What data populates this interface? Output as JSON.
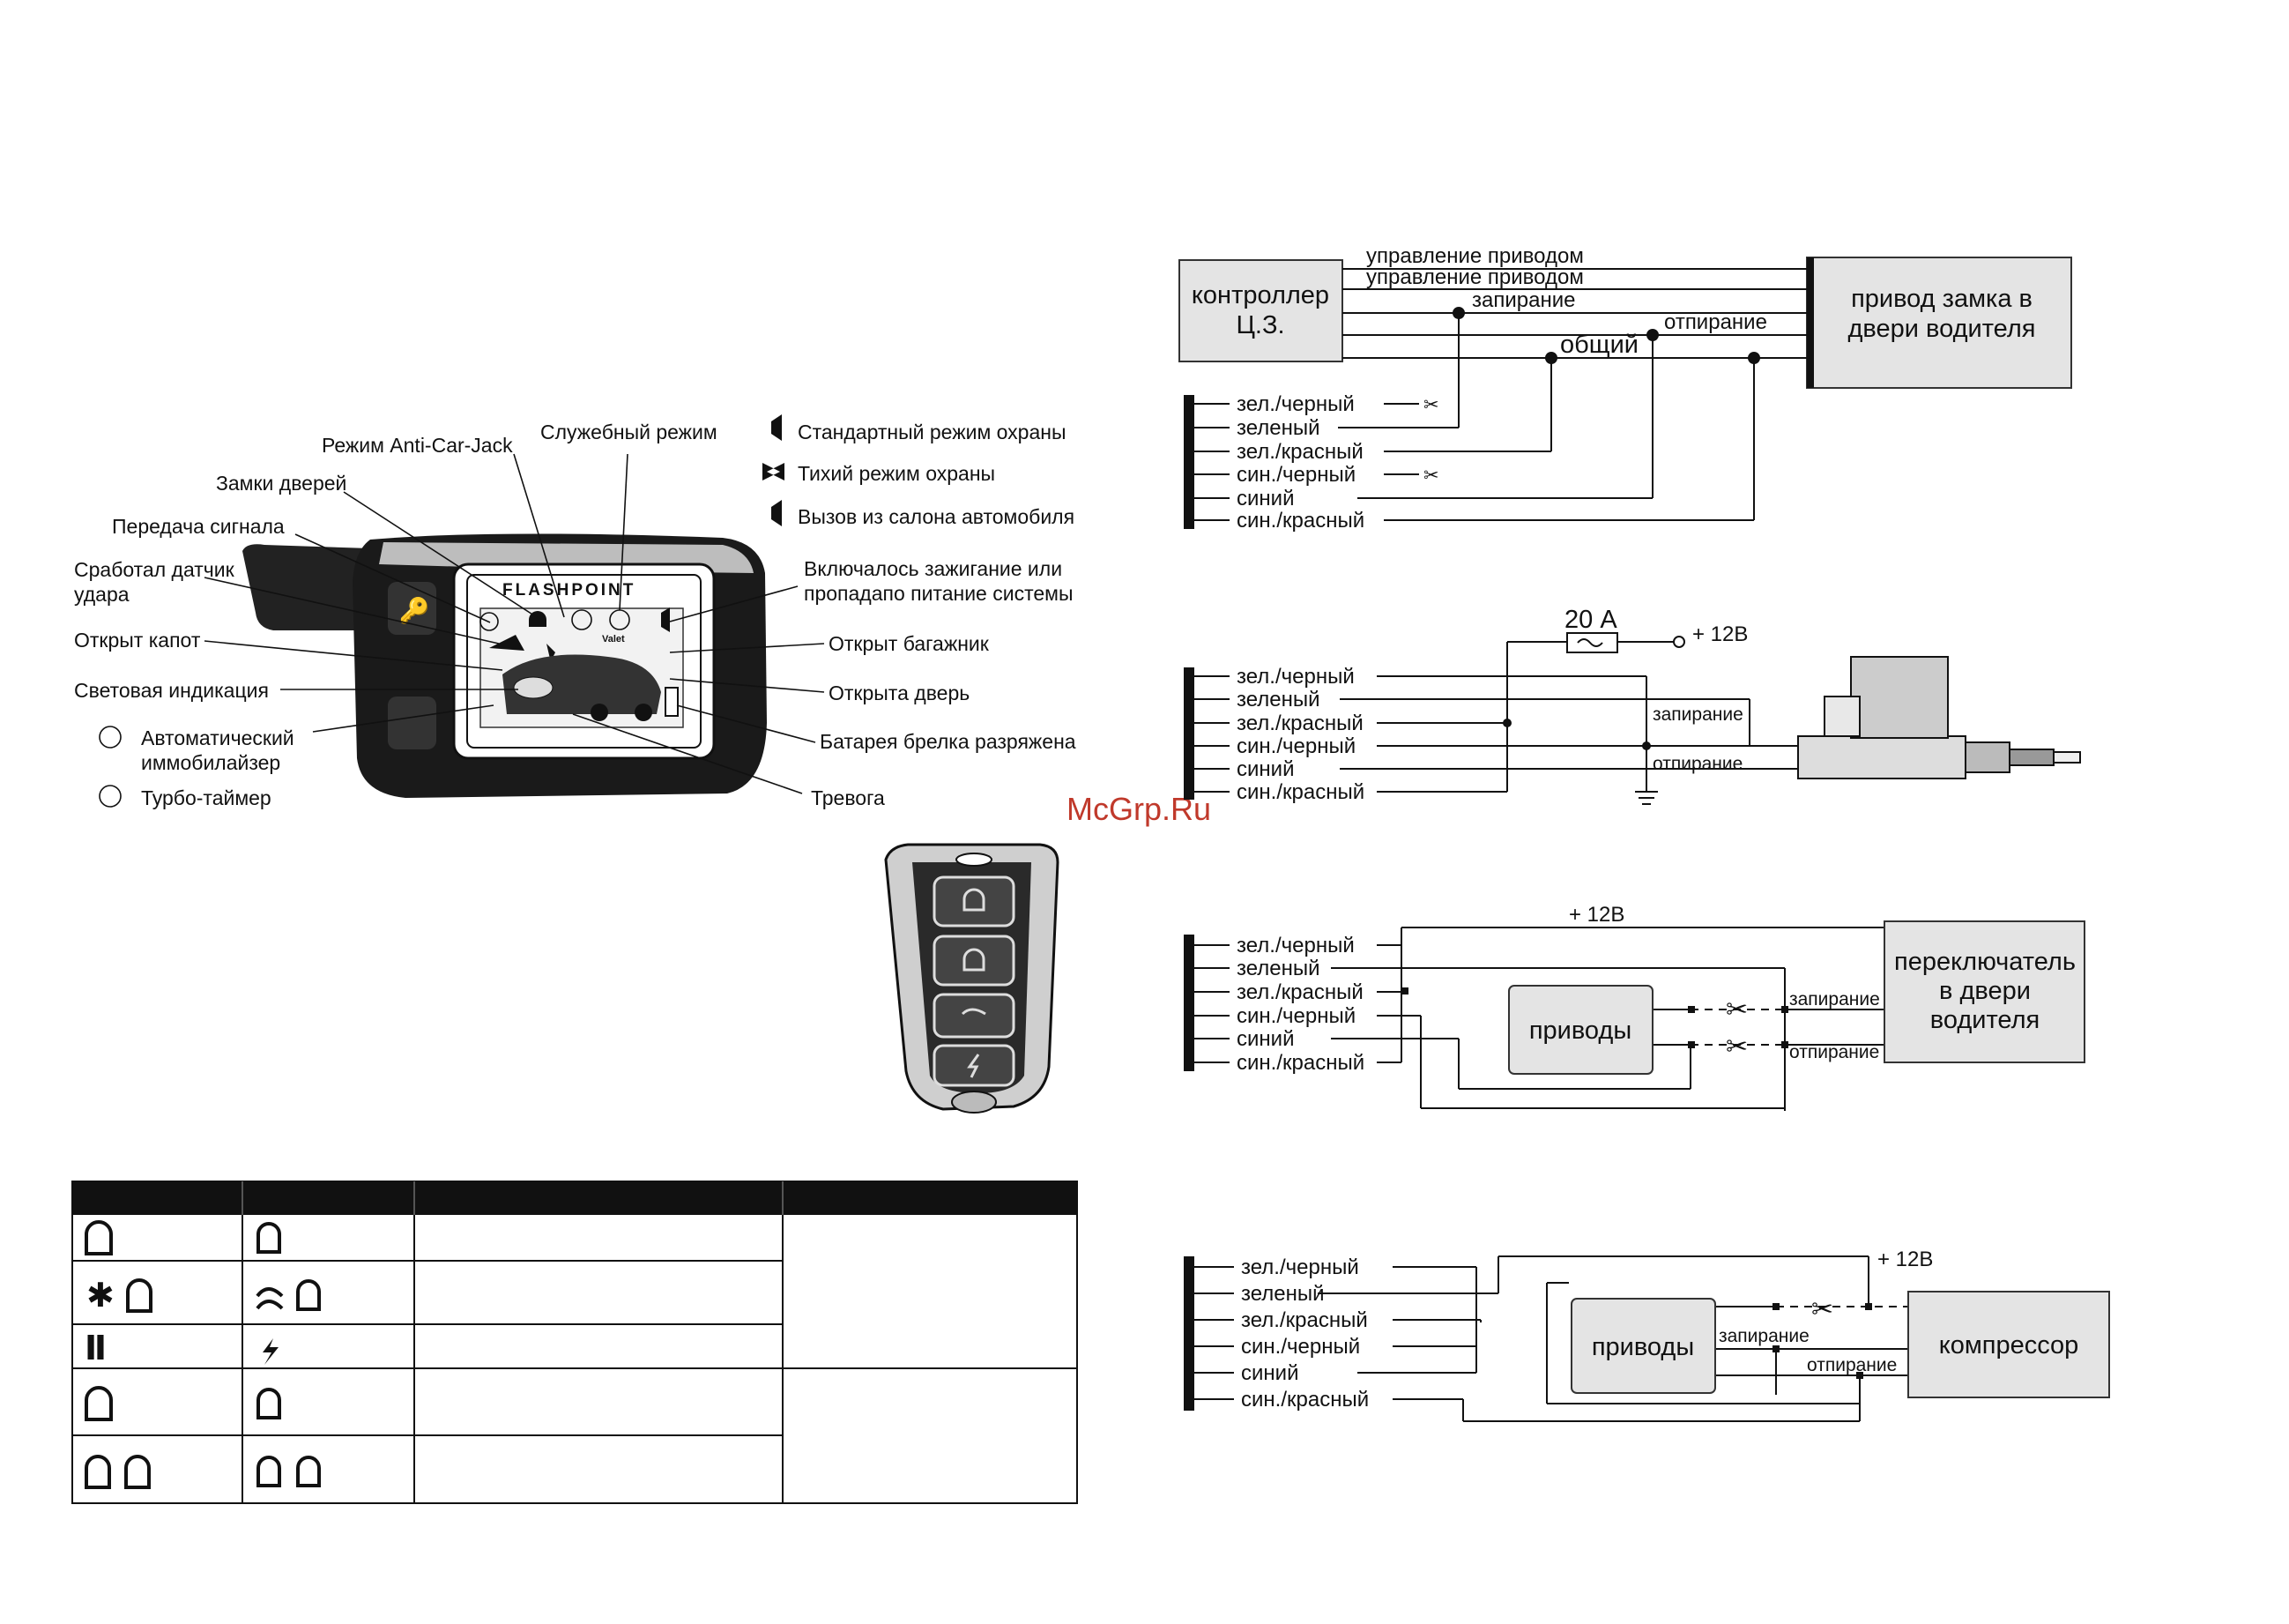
{
  "watermark": "McGrp.Ru",
  "pager": {
    "brand": "FLASHPOINT",
    "valet": "Valet",
    "left_labels": [
      "Режим Anti-Car-Jack",
      "Замки дверей",
      "Передача сигнала",
      "Сработал датчик",
      "удара",
      "Открыт капот",
      "Световая индикация",
      "Автоматический",
      "иммобилайзер",
      "Турбо-таймер"
    ],
    "center_label": "Служебный режим",
    "right_labels": [
      "Стандартный режим охраны",
      "Тихий режим охраны",
      "Вызов из салона автомобиля",
      "Включалось зажигание или",
      "пропадапо питание системы",
      "Открыт багажник",
      "Открыта дверь",
      "Батарея брелка разряжена",
      "Тревога"
    ]
  },
  "diagram1": {
    "controller": [
      "контроллер",
      "Ц.З."
    ],
    "actuator": [
      "привод замка в",
      "двери водителя"
    ],
    "signals": [
      "управление приводом",
      "управление приводом",
      "запирание",
      "отпирание",
      "общий"
    ],
    "wires": [
      "зел./черный",
      "зеленый",
      "зел./красный",
      "син./черный",
      "синий",
      "син./красный"
    ]
  },
  "diagram2": {
    "fuse": "20 А",
    "power": "+ 12В",
    "wires": [
      "зел./черный",
      "зеленый",
      "зел./красный",
      "син./черный",
      "синий",
      "син./красный"
    ],
    "lock": "запирание",
    "unlock": "отпирание"
  },
  "diagram3": {
    "power": "+ 12В",
    "wires": [
      "зел./черный",
      "зеленый",
      "зел./красный",
      "син./черный",
      "синий",
      "син./красный"
    ],
    "actuators": "приводы",
    "switch": [
      "переключатель",
      "в двери",
      "водителя"
    ],
    "lock": "запирание",
    "unlock": "отпирание"
  },
  "diagram4": {
    "power": "+ 12В",
    "wires": [
      "зел./черный",
      "зеленый",
      "зел./красный",
      "син./черный",
      "синий",
      "син./красный"
    ],
    "actuators": "приводы",
    "compressor": "компрессор",
    "lock": "запирание",
    "unlock": "отпирание"
  }
}
